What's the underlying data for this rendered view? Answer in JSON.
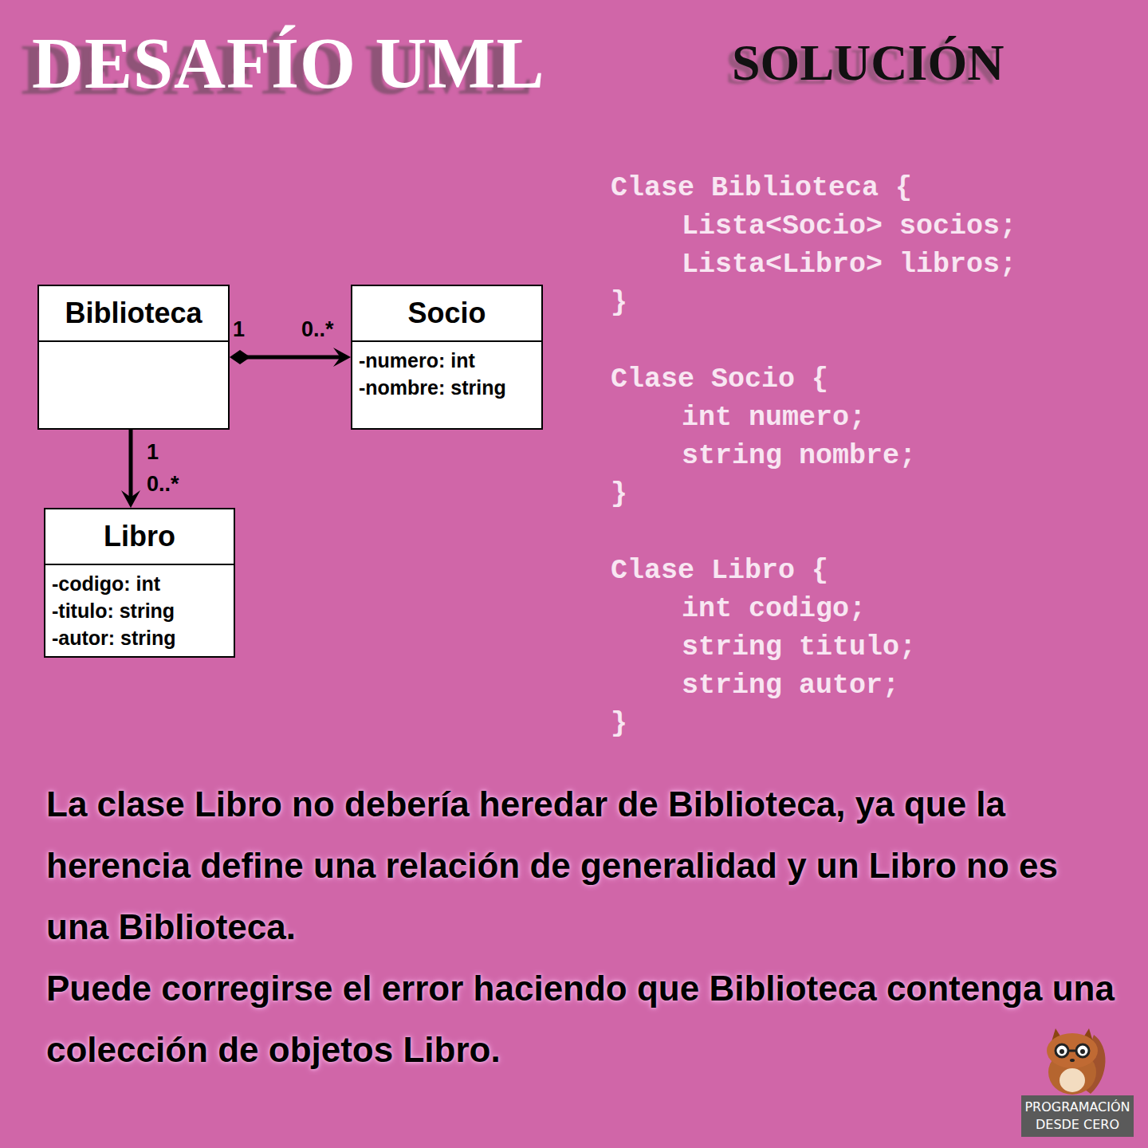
{
  "diagram": {
    "title": "DESAFÍO UML",
    "nodes": [
      {
        "text": [
          "Biblioteca"
        ]
      },
      {
        "text": [
          "Socio",
          "-numero: int",
          "-nombre: string"
        ]
      },
      {
        "text": [
          "Libro",
          "-codigo: int",
          "-titulo: string",
          "-autor: string"
        ]
      }
    ],
    "edges": [
      {
        "from": 0,
        "to": 1,
        "arrow": "both"
      },
      {
        "from": 0,
        "to": 2,
        "arrow": "to"
      }
    ],
    "labels": [
      "SOLUCIÓN",
      "Clase Biblioteca {",
      "Lista<Socio> socios;",
      "Lista<Libro> libros;",
      "}",
      "Clase Socio {",
      "int numero;",
      "string nombre;",
      "}",
      "Clase Libro {",
      "int codigo;",
      "string titulo;",
      "string autor;",
      "}",
      "1",
      "0..*",
      "1",
      "0..*",
      "La clase Libro no debería heredar de Biblioteca, ya que la herencia define una relación de generalidad y un Libro no es una Biblioteca.",
      "Puede corregirse el error haciendo que Biblioteca contenga una colección de objetos Libro.",
      "PROGRAMACIÓN DESDE CERO"
    ]
  }
}
